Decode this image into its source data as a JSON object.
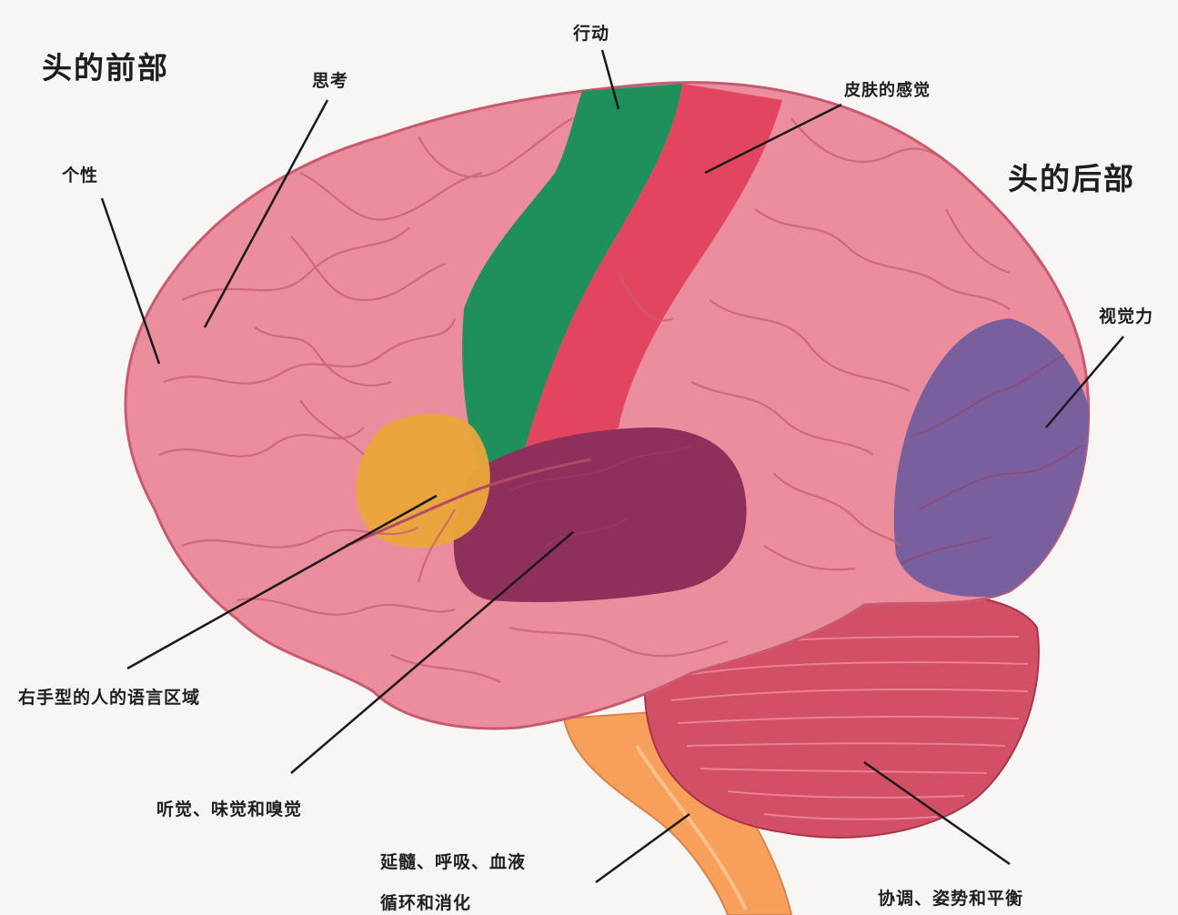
{
  "headings": {
    "front": "头的前部",
    "back": "头的后部"
  },
  "labels": {
    "movement": "行动",
    "thinking": "思考",
    "skin_sensation": "皮肤的感觉",
    "personality": "个性",
    "vision": "视觉力",
    "speech_right_handed": "右手型的人的语言区域",
    "hearing_taste_smell": "听觉、味觉和嗅觉",
    "medulla_line1": "延髓、呼吸、血液",
    "medulla_line2": "循环和消化",
    "coordination": "协调、姿势和平衡"
  },
  "colors": {
    "background": "#f7f6f4",
    "cortex": "#ec8d9d",
    "cortex_dark": "#d7677d",
    "motor_area": "#1f8f5c",
    "sensory_area": "#e2465f",
    "auditory_area": "#8e2f5c",
    "visual_area": "#7a5f9e",
    "speech_area": "#eba63a",
    "cerebellum": "#d24f66",
    "brainstem": "#f6a05a"
  }
}
